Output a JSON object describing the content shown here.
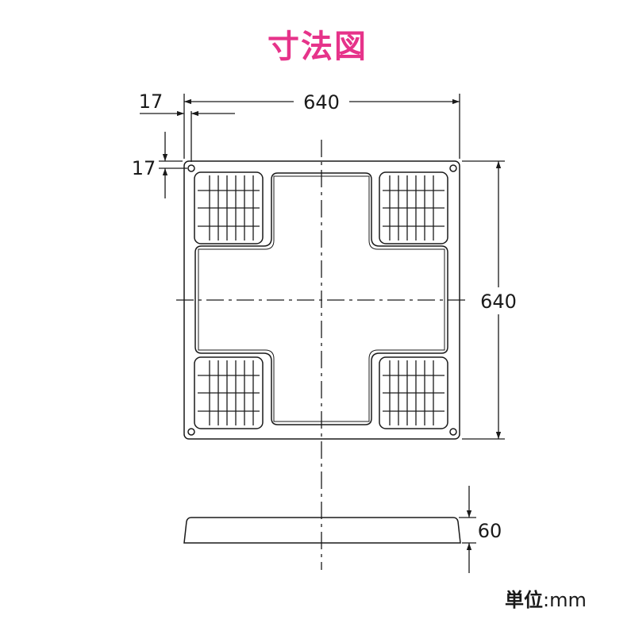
{
  "title": "寸法図",
  "dimensions": {
    "width": "640",
    "depth": "640",
    "height": "60",
    "offset_x": "17",
    "offset_y": "17"
  },
  "unit": {
    "label": "単位",
    "separator": ":",
    "value": "mm"
  },
  "colors": {
    "title": "#e6338a",
    "line": "#1a1a1a"
  }
}
